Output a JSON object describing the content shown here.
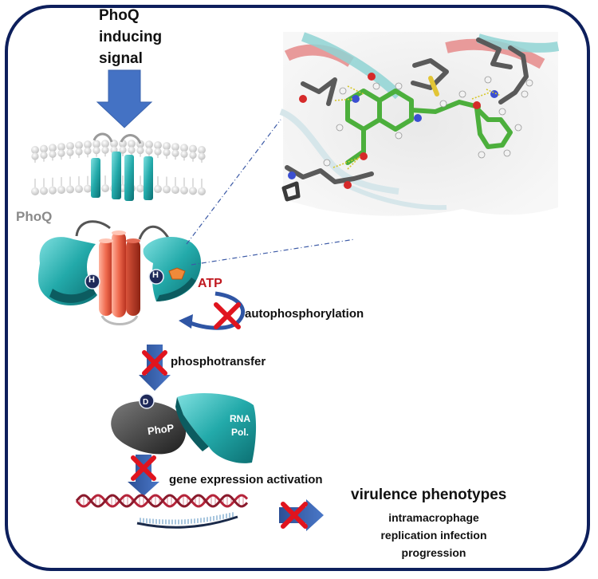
{
  "labels": {
    "signal_line1": "PhoQ",
    "signal_line2": "inducing",
    "signal_line3": "signal",
    "phoq": "PhoQ",
    "histidine": "H",
    "atp": "ATP",
    "autophosphorylation": "autophosphorylation",
    "phosphotransfer": "phosphotransfer",
    "aspartate": "D",
    "phop": "PhoP",
    "rna_pol_line1": "RNA",
    "rna_pol_line2": "Pol.",
    "gene_expression": "gene expression activation",
    "virulence_title": "virulence phenotypes",
    "virulence_line1": "intramacrophage",
    "virulence_line2": "replication  infection",
    "virulence_line3": "progression"
  },
  "colors": {
    "frame": "#0d1f5c",
    "signal_arrow": "#4472c4",
    "teal": "#2bb5b5",
    "helix_red": "#e8624a",
    "inhibit_cross": "#e0141e",
    "flow_arrow": "#2f55a4",
    "atp_text": "#c0181f",
    "phop_gray": "#3a3a3a",
    "dna": "#b5243a",
    "ligand_green": "#4caf3c"
  }
}
